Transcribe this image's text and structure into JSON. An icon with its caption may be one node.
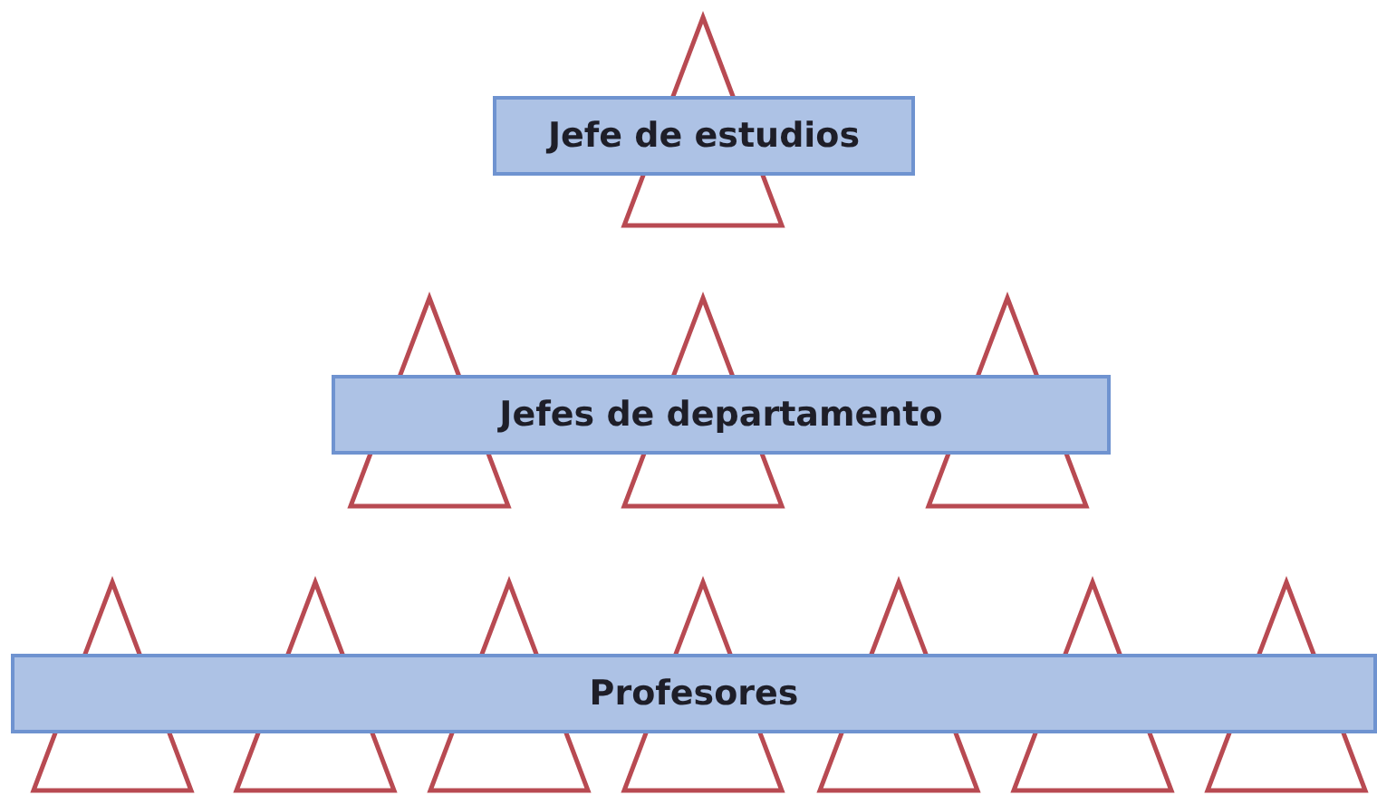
{
  "diagram": {
    "nodes": [
      {
        "text": [
          "Jefe de estudios"
        ]
      },
      {
        "text": [
          "Jefes de departamento"
        ]
      },
      {
        "text": [
          "Profesores"
        ]
      }
    ]
  }
}
